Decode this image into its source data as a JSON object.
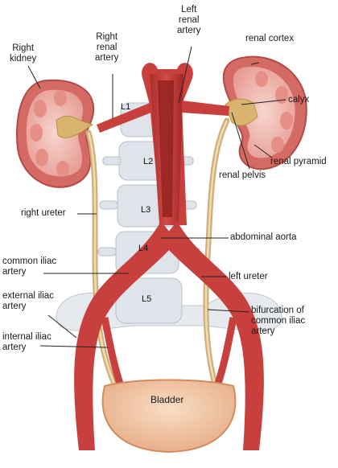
{
  "labels": {
    "right_kidney": [
      "Right",
      "kidney"
    ],
    "right_renal_artery": [
      "Right",
      "renal",
      "artery"
    ],
    "left_renal_artery": [
      "Left",
      "renal",
      "artery"
    ],
    "renal_cortex": "renal cortex",
    "calyx": "calyx",
    "renal_pyramid": "renal pyramid",
    "renal_pelvis": "renal pelvis",
    "right_ureter": "right ureter",
    "abdominal_aorta": "abdominal aorta",
    "common_iliac_artery": [
      "common iliac",
      "artery"
    ],
    "left_ureter": "left ureter",
    "external_iliac_artery": [
      "external iliac",
      "artery"
    ],
    "bifurcation": [
      "bifurcation of",
      "common iliac",
      "artery"
    ],
    "internal_iliac_artery": [
      "internal iliac",
      "artery"
    ],
    "bladder": "Bladder"
  },
  "vertebrae": [
    "L1",
    "L2",
    "L3",
    "L4",
    "L5"
  ],
  "colors": {
    "artery": "#c9403f",
    "artery_dark": "#8e1e1c",
    "kidney_outer": "#d9706c",
    "kidney_inner": "#f3c8bf",
    "ureter": "#d8be8a",
    "bone": "#dde2e8",
    "bladder": "#f0c6a4"
  }
}
